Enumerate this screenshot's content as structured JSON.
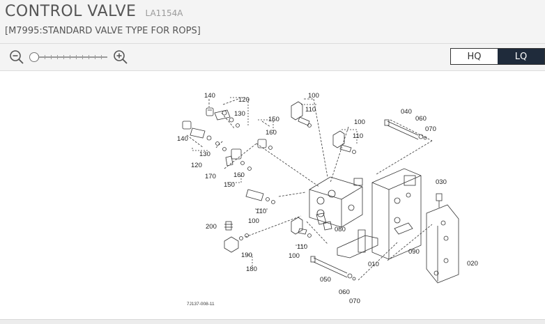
{
  "header": {
    "title": "CONTROL VALVE",
    "part_code": "LA1154A",
    "subtitle": "[M7995:STANDARD VALVE TYPE FOR ROPS]"
  },
  "toolbar": {
    "zoom_out_icon": "zoom-out-icon",
    "zoom_in_icon": "zoom-in-icon",
    "zoom_level": 0,
    "quality_hq": "HQ",
    "quality_lq": "LQ",
    "selected_quality": "LQ"
  },
  "diagram": {
    "drawing_code": "7J137-008-11",
    "callouts": {
      "c140a": "140",
      "c120a": "120",
      "c130a": "130",
      "c140b": "140",
      "c130b": "130",
      "c120b": "120",
      "c100a": "100",
      "c110a": "110",
      "c150a": "150",
      "c160a": "160",
      "c100b": "100",
      "c110b": "110",
      "c040": "040",
      "c060a": "060",
      "c070a": "070",
      "c170": "170",
      "c160b": "160",
      "c150b": "150",
      "c030": "030",
      "c110c": "110",
      "c100c": "100",
      "c080": "080",
      "c200": "200",
      "c110d": "110",
      "c100d": "100",
      "c090": "090",
      "c190": "190",
      "c180": "180",
      "c010": "010",
      "c020": "020",
      "c050": "050",
      "c060b": "060",
      "c070b": "070"
    }
  }
}
